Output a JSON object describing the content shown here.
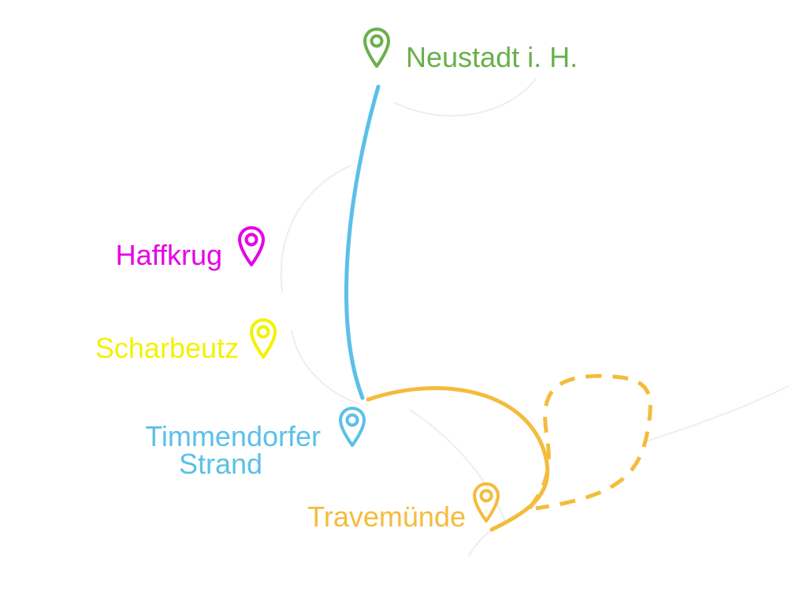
{
  "places": {
    "neustadt": {
      "label": "Neustadt i. H.",
      "color": "#6ab04c",
      "icon": "map-pin-icon"
    },
    "haffkrug": {
      "label": "Haffkrug",
      "color": "#e600e6",
      "icon": "map-pin-icon"
    },
    "scharbeutz": {
      "label": "Scharbeutz",
      "color": "#f2f200",
      "icon": "map-pin-icon"
    },
    "timmendorfer": {
      "label_line1": "Timmendorfer",
      "label_line2": "Strand",
      "color": "#5bc0e8",
      "icon": "map-pin-icon"
    },
    "travemuende": {
      "label": "Travemünde",
      "color": "#f4bc3c",
      "icon": "map-pin-icon"
    }
  },
  "routes": {
    "neustadt_timmendorfer": {
      "color": "#5bc0e8",
      "style": "solid"
    },
    "timmendorfer_travemuende": {
      "color": "#f4bc3c",
      "style": "solid"
    },
    "travemuende_loop": {
      "color": "#f4bc3c",
      "style": "dashed"
    }
  }
}
